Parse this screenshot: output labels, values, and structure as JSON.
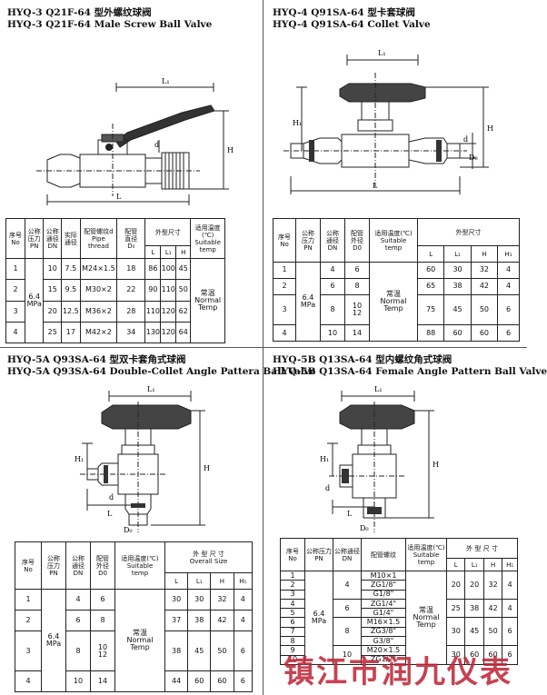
{
  "q1": {
    "title_cn": "HYQ-3 Q21F-64 型外螺纹球阀",
    "title_en": "HYQ-3 Q21F-64 Male Screw Ball Valve",
    "dims": {
      "L1": "L₁",
      "H": "H",
      "L": "L",
      "d": "d"
    },
    "headers": {
      "no": "序号\nNo",
      "pn": "公称\n压力\nPN",
      "dn": "公称\n通径\nDN",
      "real": "实际\n通径",
      "thread": "配管螺纹d\nPipe\nthread",
      "do": "配管\n直径\nD₀",
      "size": "外型尺寸",
      "L": "L",
      "L1": "L₁",
      "H": "H",
      "temp": "适用温度(℃)\nSuitable temp"
    },
    "pn_value": "6.4\nMPa",
    "temp_value": "常温\nNormal\nTemp",
    "rows": [
      {
        "no": "1",
        "dn": "10",
        "real": "7.5",
        "thread": "M24×1.5",
        "do": "18",
        "L": "86",
        "L1": "100",
        "H": "45"
      },
      {
        "no": "2",
        "dn": "15",
        "real": "9.5",
        "thread": "M30×2",
        "do": "22",
        "L": "90",
        "L1": "110",
        "H": "50"
      },
      {
        "no": "3",
        "dn": "20",
        "real": "12.5",
        "thread": "M36×2",
        "do": "28",
        "L": "110",
        "L1": "120",
        "H": "62"
      },
      {
        "no": "4",
        "dn": "25",
        "real": "17",
        "thread": "M42×2",
        "do": "34",
        "L": "130",
        "L1": "120",
        "H": "64"
      }
    ]
  },
  "q2": {
    "title_cn": "HYQ-4 Q91SA-64 型卡套球阀",
    "title_en": "HYQ-4 Q91SA-64 Collet Valve",
    "dims": {
      "L1": "L₁",
      "H": "H",
      "H1": "H₁",
      "L": "L",
      "d": "d",
      "D0": "D₀"
    },
    "headers": {
      "no": "序号\nNo",
      "pn": "公称\n压力\nPN",
      "dn": "公称\n通径\nDN",
      "d0": "配管\n外径\nD0",
      "temp": "适用温度(℃)\nSuitable\ntemp",
      "size": "外型尺寸",
      "L": "L",
      "L1": "L₁",
      "H": "H",
      "H1": "H₁"
    },
    "pn_value": "6.4\nMPa",
    "temp_value": "常温\nNormal\nTemp",
    "rows": [
      {
        "no": "1",
        "dn": "4",
        "d0": "6",
        "L": "60",
        "L1": "30",
        "H": "32",
        "H1": "4"
      },
      {
        "no": "2",
        "dn": "6",
        "d0": "8",
        "L": "65",
        "L1": "38",
        "H": "42",
        "H1": "4"
      },
      {
        "no": "3",
        "dn": "8",
        "d0": "10\n12",
        "L": "75",
        "L1": "45",
        "H": "50",
        "H1": "6"
      },
      {
        "no": "4",
        "dn": "10",
        "d0": "14",
        "L": "88",
        "L1": "60",
        "H": "60",
        "H1": "6"
      }
    ]
  },
  "q3": {
    "title_cn": "HYQ-5A Q93SA-64 型双卡套角式球阀",
    "title_en": "HYQ-5A Q93SA-64 Double-Collet Angle Pattera Ball Valve",
    "dims": {
      "L1": "L₁",
      "H": "H",
      "H1": "H₁",
      "L": "L",
      "d": "d",
      "D0": "D₀"
    },
    "headers": {
      "no": "序号\nNo",
      "pn": "公称\n压力\nPN",
      "dn": "公称\n通径\nDN",
      "d0": "配管\n外径\nD0",
      "temp": "适用温度(℃)\nSuitable\ntemp",
      "size": "外 型 尺 寸\nOverall Size",
      "L": "L",
      "L1": "L₁",
      "H": "H",
      "H1": "H₁"
    },
    "pn_value": "6.4\nMPa",
    "temp_value": "常温\nNormal\nTemp",
    "rows": [
      {
        "no": "1",
        "dn": "4",
        "d0": "6",
        "L": "30",
        "L1": "30",
        "H": "32",
        "H1": "4"
      },
      {
        "no": "2",
        "dn": "6",
        "d0": "8",
        "L": "37",
        "L1": "38",
        "H": "42",
        "H1": "4"
      },
      {
        "no": "3",
        "dn": "8",
        "d0": "10\n12",
        "L": "38",
        "L1": "45",
        "H": "50",
        "H1": "6"
      },
      {
        "no": "4",
        "dn": "10",
        "d0": "14",
        "L": "44",
        "L1": "60",
        "H": "60",
        "H1": "6"
      }
    ]
  },
  "q4": {
    "title_cn": "HYQ-5B Q13SA-64 型内螺纹角式球阀",
    "title_en": "HYQ-5B Q13SA-64 Female Angle Pattern Ball Valve",
    "dims": {
      "L1": "L₁",
      "H": "H",
      "H1": "H₁",
      "L": "L",
      "d": "d",
      "D0": "D₀"
    },
    "headers": {
      "no": "序号\nNo",
      "pn": "公称压力\nPN",
      "dn": "公称通径\nDN",
      "thread": "配管螺纹",
      "temp": "适用温度(℃)\nSuitable\ntemp",
      "size": "外 型 尺 寸",
      "L": "L",
      "L1": "L₁",
      "H": "H",
      "H1": "H₁"
    },
    "pn_value": "6.4\nMPa",
    "temp_value": "常温\nNormal\nTemp",
    "groups": [
      {
        "dn": "4",
        "threads": [
          {
            "no": "1",
            "t": "M10×1"
          },
          {
            "no": "2",
            "t": "ZG1/8\""
          },
          {
            "no": "3",
            "t": "G1/8\""
          }
        ],
        "L": "20",
        "L1": "20",
        "H": "32",
        "H1": "4"
      },
      {
        "dn": "6",
        "threads": [
          {
            "no": "4",
            "t": "ZG1/4\""
          },
          {
            "no": "5",
            "t": "G1/4\""
          }
        ],
        "L": "25",
        "L1": "38",
        "H": "42",
        "H1": "4"
      },
      {
        "dn": "8",
        "threads": [
          {
            "no": "6",
            "t": "M16×1.5"
          },
          {
            "no": "7",
            "t": "ZG3/8\""
          },
          {
            "no": "8",
            "t": "G3/8\""
          }
        ],
        "L": "30",
        "L1": "45",
        "H": "50",
        "H1": "6"
      },
      {
        "dn": "10",
        "threads": [
          {
            "no": "9",
            "t": "M20×1.5"
          },
          {
            "no": "10",
            "t": "ZG1/2\""
          }
        ],
        "L": "30",
        "L1": "60",
        "H": "60",
        "H1": "6"
      }
    ]
  },
  "watermark": "镇江市润九仪表"
}
